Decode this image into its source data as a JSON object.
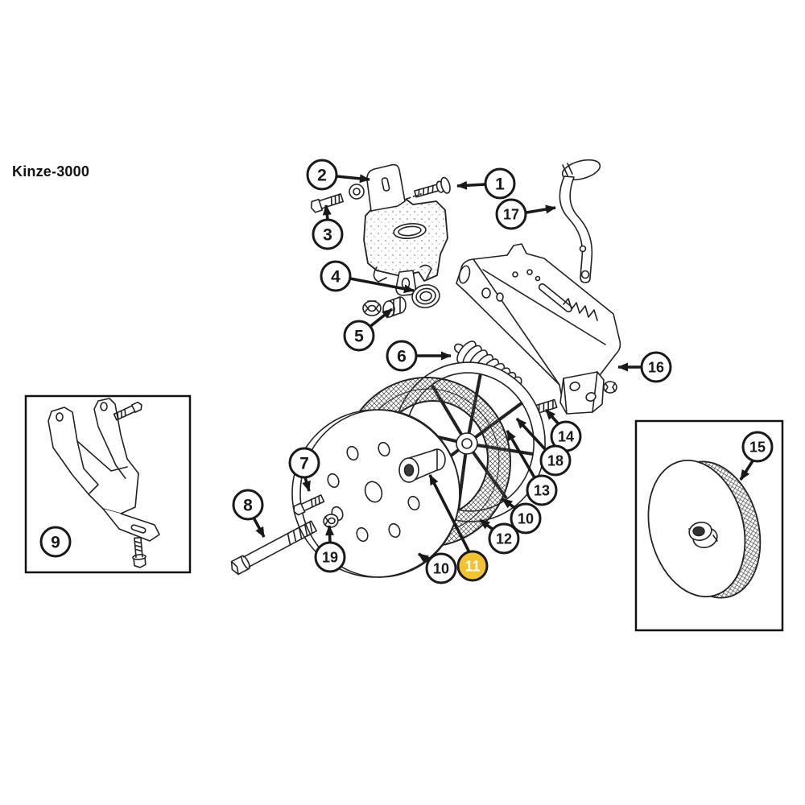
{
  "title": "Kinze-3000",
  "diagram": {
    "highlight_color": "#F2C233",
    "highlighted_callout": "11",
    "callouts": {
      "c1": {
        "label": "1"
      },
      "c2": {
        "label": "2"
      },
      "c3": {
        "label": "3"
      },
      "c4": {
        "label": "4"
      },
      "c5": {
        "label": "5"
      },
      "c6": {
        "label": "6"
      },
      "c7": {
        "label": "7"
      },
      "c8": {
        "label": "8"
      },
      "c9": {
        "label": "9"
      },
      "c10": {
        "label": "10"
      },
      "c11": {
        "label": "11",
        "highlighted": true
      },
      "c12": {
        "label": "12"
      },
      "c13": {
        "label": "13"
      },
      "c14": {
        "label": "14"
      },
      "c15": {
        "label": "15"
      },
      "c16": {
        "label": "16"
      },
      "c17": {
        "label": "17"
      },
      "c18": {
        "label": "18"
      },
      "c19": {
        "label": "19"
      }
    }
  }
}
